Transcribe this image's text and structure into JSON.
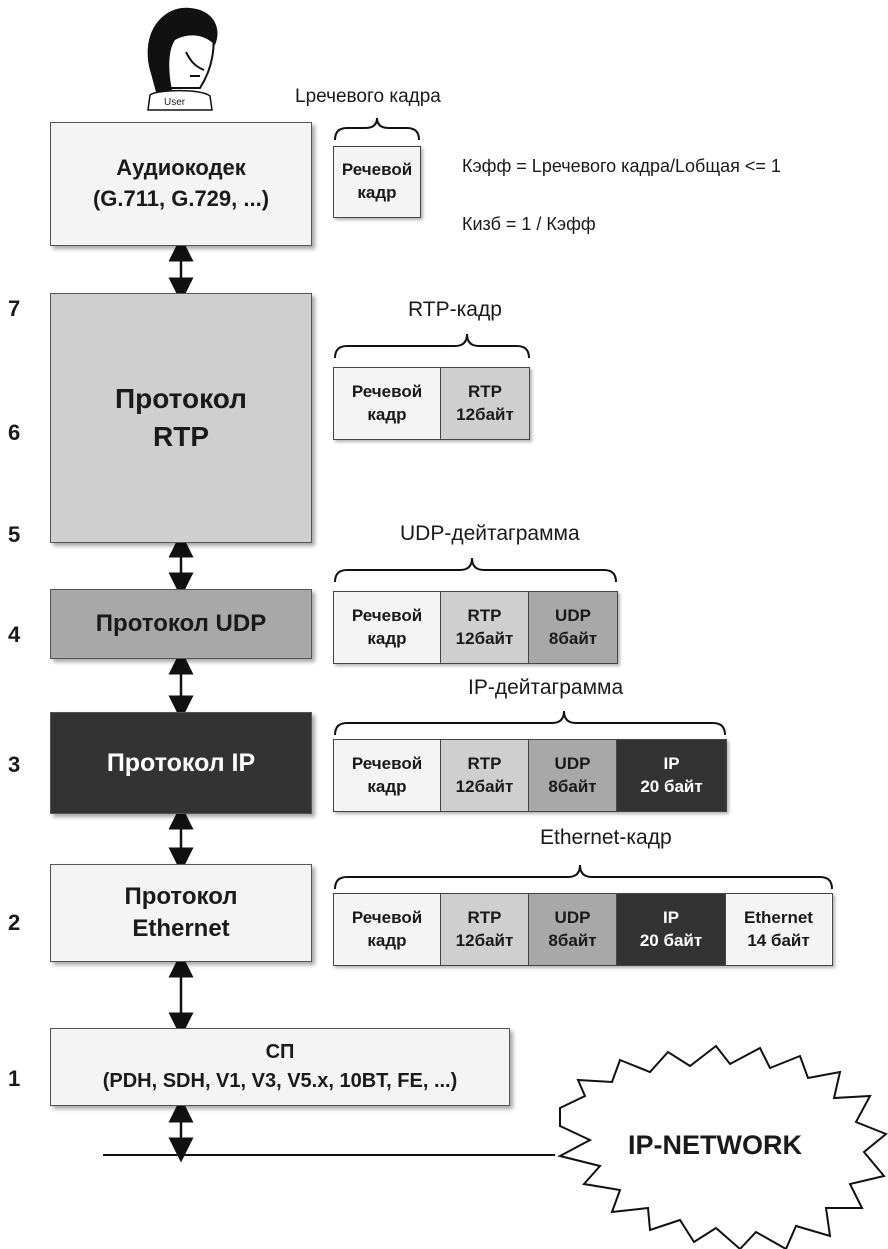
{
  "user": {
    "label": "User"
  },
  "layers": {
    "codec": {
      "line1": "Аудиокодек",
      "line2": "(G.711, G.729, ...)"
    },
    "rtp": {
      "line1": "Протокол",
      "line2": "RTP"
    },
    "udp": {
      "line1": "Протокол UDP"
    },
    "ip": {
      "line1": "Протокол IP"
    },
    "ethernet": {
      "line1": "Протокол",
      "line2": "Ethernet"
    },
    "sp": {
      "line1": "СП",
      "line2": "(PDH, SDH, V1, V3, V5.x, 10BT, FE, ...)"
    }
  },
  "layer_numbers": [
    "7",
    "6",
    "5",
    "4",
    "3",
    "2",
    "1"
  ],
  "captions": {
    "speech_len": "Lречевого кадра",
    "rtp_frame": "RTP-кадр",
    "udp_datagram": "UDP-дейтаграмма",
    "ip_datagram": "IP-дейтаграмма",
    "ethernet_frame": "Ethernet-кадр"
  },
  "formulas": {
    "keff": "Кэфф = Lречевого кадра/Lобщая <= 1",
    "kizb": "Кизб = 1 / Кэфф"
  },
  "segments": {
    "speech": {
      "line1": "Речевой",
      "line2": "кадр"
    },
    "rtp": {
      "line1": "RTP",
      "line2": "12байт"
    },
    "udp": {
      "line1": "UDP",
      "line2": "8байт"
    },
    "ip": {
      "line1": "IP",
      "line2": "20 байт"
    },
    "ethernet": {
      "line1": "Ethernet",
      "line2": "14 байт"
    }
  },
  "network": {
    "label": "IP-NETWORK"
  },
  "colors": {
    "light": "#f4f4f4",
    "rtp": "#cfcfcf",
    "udp": "#a8a8a8",
    "ip": "#333333"
  }
}
